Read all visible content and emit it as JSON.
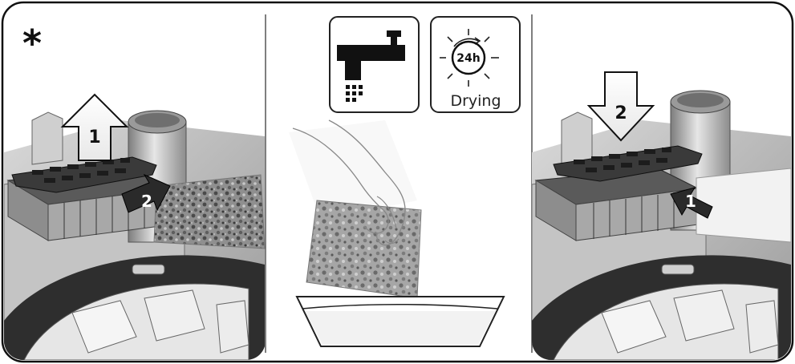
{
  "star": "*",
  "left_panel": {
    "arrow_up_number": "1",
    "arrow_right_number": "2"
  },
  "middle_panel": {
    "tap_icon": "water-tap-icon",
    "dry_icon": "sun-24h-icon",
    "dry_hours": "24h",
    "dry_label": "Drying"
  },
  "right_panel": {
    "arrow_down_number": "2",
    "arrow_left_number": "1"
  }
}
